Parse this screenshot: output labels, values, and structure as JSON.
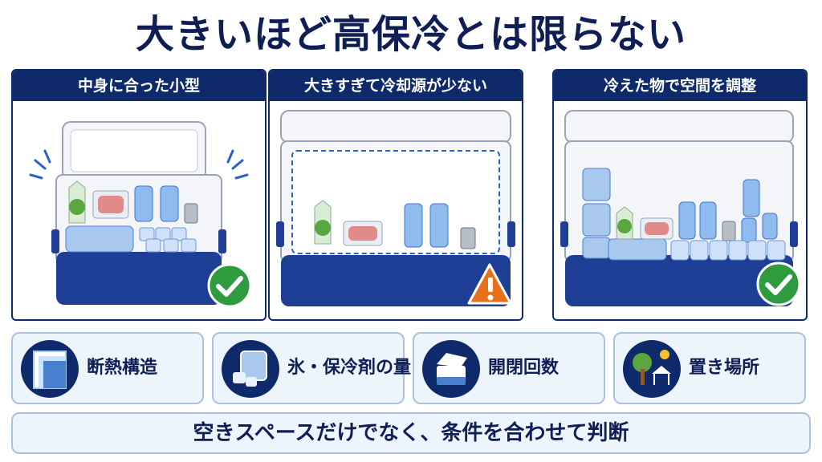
{
  "title": "大きいほど高保冷とは限らない",
  "panels": [
    {
      "heading": "中身に合った小型",
      "status": "check-icon"
    },
    {
      "heading": "大きすぎて冷却源が少ない",
      "status": "warning-icon"
    },
    {
      "heading": "冷えた物で空間を調整",
      "status": "check-icon"
    }
  ],
  "factors": [
    {
      "label": "断熱構造",
      "icon": "insulation-layers-icon"
    },
    {
      "label": "氷・保冷剤の量",
      "icon": "ice-pack-icon"
    },
    {
      "label": "開閉回数",
      "icon": "open-cooler-icon"
    },
    {
      "label": "置き場所",
      "icon": "tree-sun-tent-icon"
    }
  ],
  "footer": "空きスペースだけでなく、条件を合わせて判断",
  "colors": {
    "navy": "#0e2a6b",
    "cooler_blue": "#1f3f97",
    "ok_green": "#2e9b3f",
    "warn_orange": "#e8701a",
    "ice_blue": "#a9c8ee",
    "factor_bg": "#eef4fc"
  }
}
